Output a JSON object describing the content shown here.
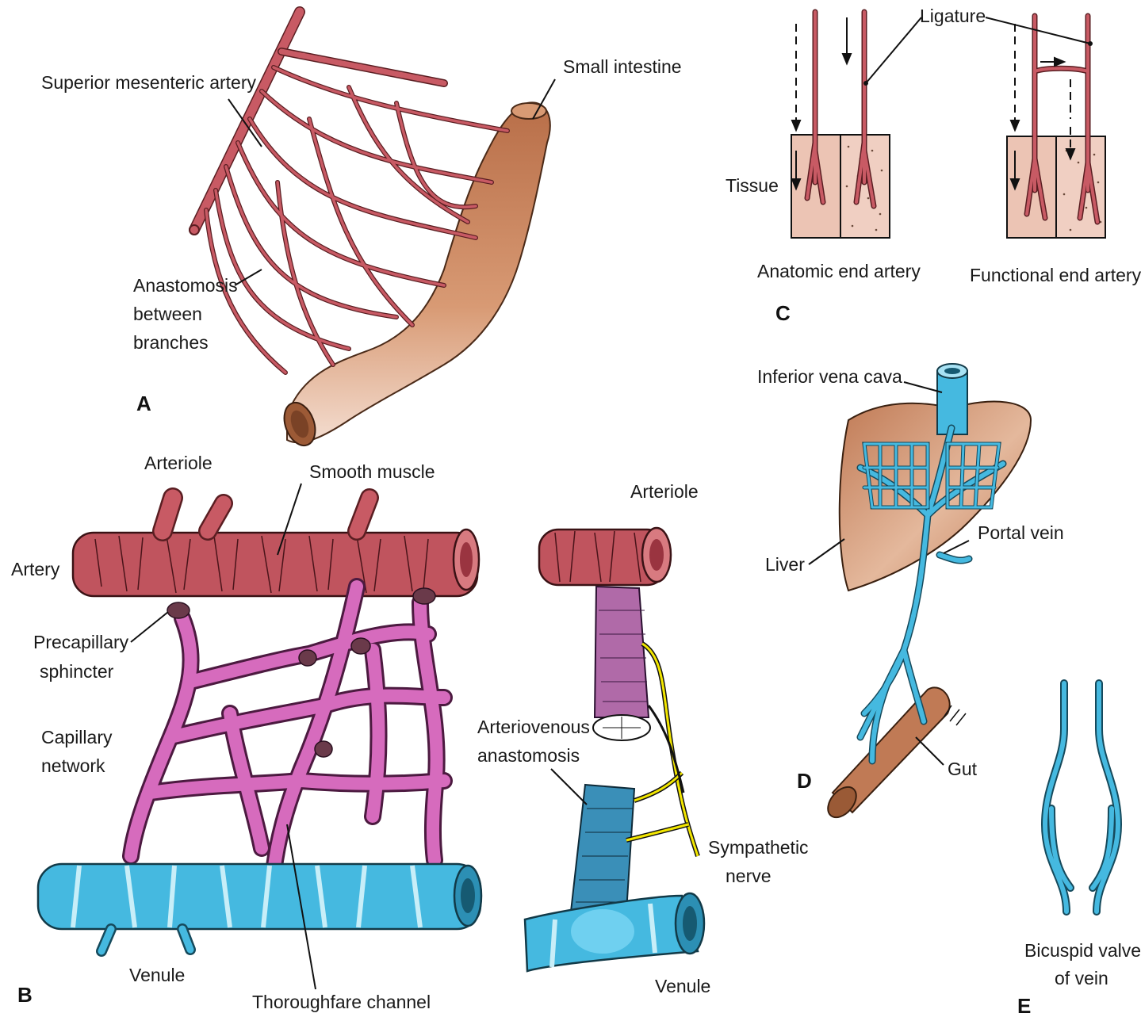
{
  "panels": {
    "a": {
      "letter": "A",
      "superior_mesenteric_artery": "Superior mesenteric artery",
      "small_intestine": "Small intestine",
      "anastomosis_line1": "Anastomosis",
      "anastomosis_line2": "between",
      "anastomosis_line3": "branches"
    },
    "b": {
      "letter": "B",
      "arteriole": "Arteriole",
      "smooth_muscle": "Smooth muscle",
      "artery": "Artery",
      "precapillary_line1": "Precapillary",
      "precapillary_line2": "sphincter",
      "capillary_line1": "Capillary",
      "capillary_line2": "network",
      "venule": "Venule",
      "thoroughfare_channel": "Thoroughfare channel",
      "arteriole_right": "Arteriole",
      "av_line1": "Arteriovenous",
      "av_line2": "anastomosis",
      "sympathetic_line1": "Sympathetic",
      "sympathetic_line2": "nerve",
      "venule_right": "Venule"
    },
    "c": {
      "letter": "C",
      "ligature": "Ligature",
      "tissue": "Tissue",
      "anatomic_end_artery": "Anatomic end artery",
      "functional_end_artery": "Functional end artery"
    },
    "d": {
      "letter": "D",
      "inferior_vena_cava": "Inferior vena cava",
      "portal_vein": "Portal vein",
      "liver": "Liver",
      "gut": "Gut"
    },
    "e": {
      "letter": "E",
      "bicuspid_line1": "Bicuspid valve",
      "bicuspid_line2": "of vein"
    }
  },
  "colors": {
    "artery": "#c85a64",
    "capillary": "#d66bbd",
    "vein": "#45b9e0",
    "intestine": "#c8825a",
    "liver": "#c8825a",
    "tissue": "#ecc4b4",
    "nerve": "#f2e600"
  }
}
